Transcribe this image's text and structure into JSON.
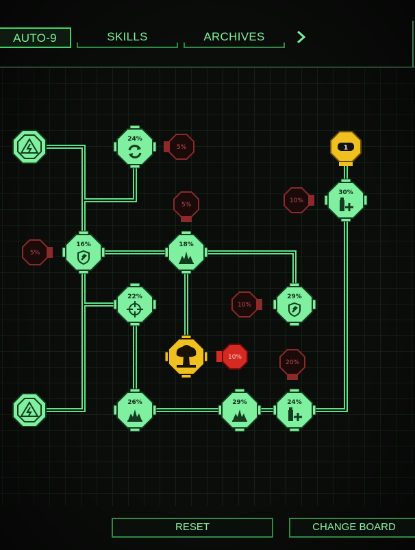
{
  "tabs": [
    {
      "id": "auto9",
      "label": "AUTO-9",
      "active": true
    },
    {
      "id": "skills",
      "label": "SKILLS",
      "active": false
    },
    {
      "id": "archives",
      "label": "ARCHIVES",
      "active": false
    }
  ],
  "next_tab_icon": "chevron-right-icon",
  "buttons": {
    "reset": "RESET",
    "change_board": "CHANGE BOARD"
  },
  "colors": {
    "background": "#0b0d0b",
    "grid": "#1f3a22",
    "path": "#5fe38a",
    "node_fill": "#7ff0a0",
    "node_dark": "#143b1e",
    "locked_fill": "#1a0a0a",
    "locked_border": "#8a2a2a",
    "locked_text": "#c05050",
    "gold": "#f0c020",
    "red_active": "#d52a22"
  },
  "nodes": [
    {
      "id": "power-1",
      "kind": "power",
      "icon": "lightning-triangle-icon",
      "label": ""
    },
    {
      "id": "power-2",
      "kind": "power",
      "icon": "lightning-triangle-icon",
      "label": ""
    },
    {
      "id": "reload",
      "kind": "skill",
      "icon": "reload-cycle-icon",
      "label": "24%"
    },
    {
      "id": "armor-a",
      "kind": "skill",
      "icon": "shield-icon",
      "label": "16%"
    },
    {
      "id": "blast-a",
      "kind": "skill",
      "icon": "explosion-icon",
      "label": "18%"
    },
    {
      "id": "target",
      "kind": "skill",
      "icon": "crosshair-icon",
      "label": "22%"
    },
    {
      "id": "armor-b",
      "kind": "skill",
      "icon": "shield-icon",
      "label": "29%"
    },
    {
      "id": "ammo-top",
      "kind": "skill",
      "icon": "ammo-plus-icon",
      "label": "30%"
    },
    {
      "id": "blast-b",
      "kind": "skill",
      "icon": "explosion-icon",
      "label": "26%"
    },
    {
      "id": "blast-c",
      "kind": "skill",
      "icon": "explosion-icon",
      "label": "29%"
    },
    {
      "id": "ammo-bot",
      "kind": "skill",
      "icon": "ammo-plus-icon",
      "label": "24%"
    },
    {
      "id": "nuke",
      "kind": "special",
      "icon": "mushroom-cloud-icon",
      "label": ""
    },
    {
      "id": "level-badge",
      "kind": "badge",
      "icon": "",
      "label": "1"
    }
  ],
  "locked_slots": [
    {
      "id": "lock-reload",
      "label": "5%"
    },
    {
      "id": "lock-blast-a",
      "label": "5%"
    },
    {
      "id": "lock-armor-a",
      "label": "5%"
    },
    {
      "id": "lock-ammo-top",
      "label": "10%"
    },
    {
      "id": "lock-armor-b",
      "label": "10%"
    },
    {
      "id": "lock-ammo-bot",
      "label": "20%"
    }
  ],
  "active_slot": {
    "id": "red-nuke",
    "label": "10%"
  }
}
